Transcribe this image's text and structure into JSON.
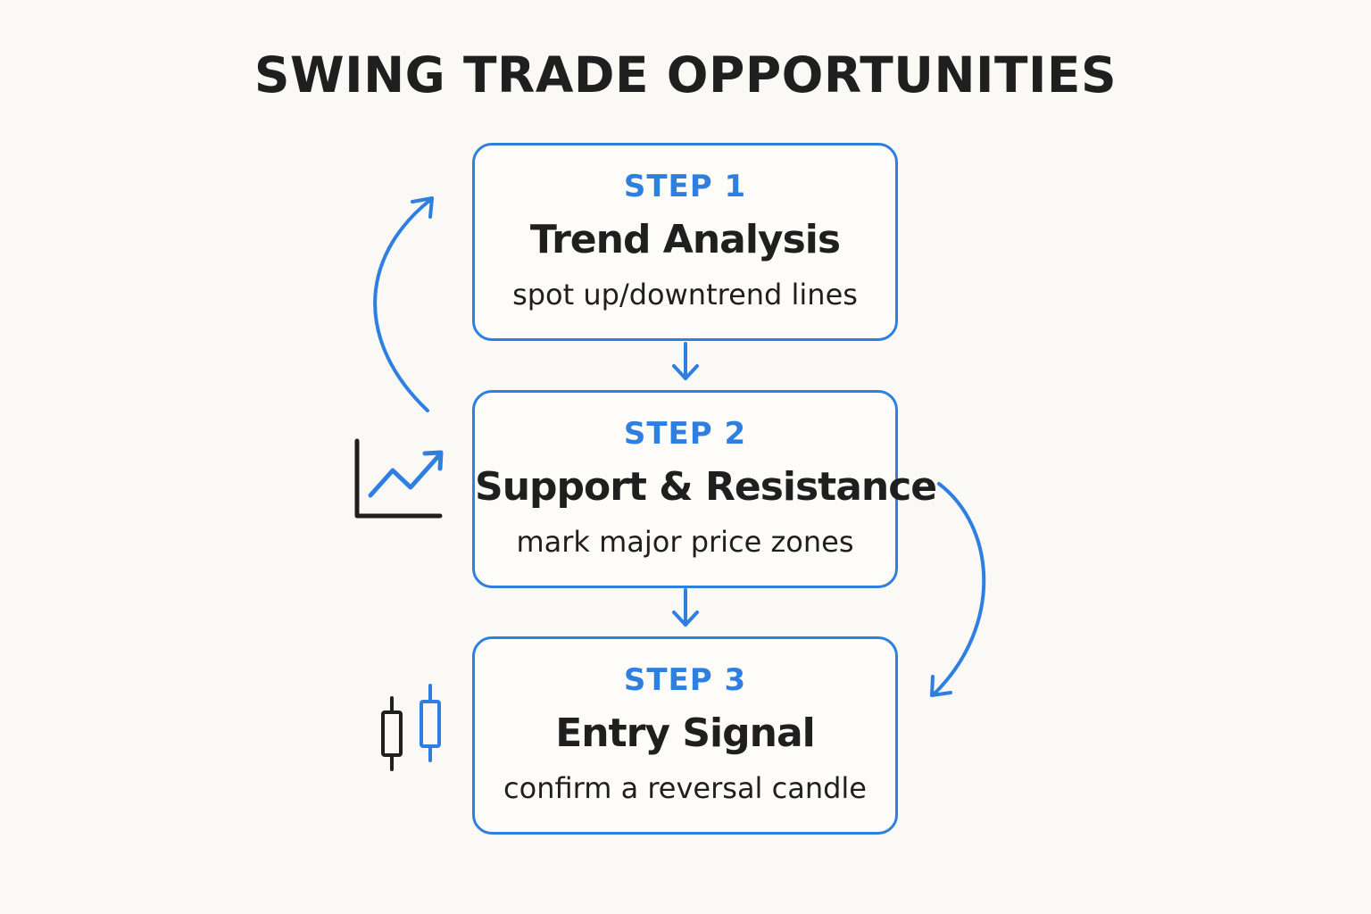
{
  "title": "SWING TRADE OPPORTUNITIES",
  "steps": [
    {
      "label": "STEP 1",
      "title": "Trend Analysis",
      "description": "spot up/downtrend lines"
    },
    {
      "label": "STEP 2",
      "title": "Support & Resistance",
      "description": "mark major price zones"
    },
    {
      "label": "STEP 3",
      "title": "Entry Signal",
      "description": "confirm a reversal candle"
    }
  ],
  "colors": {
    "accent": "#2f7fe0",
    "text": "#1f1f1f",
    "background": "#faf9f5"
  },
  "icons": [
    "line-chart-icon",
    "candlestick-icon"
  ]
}
